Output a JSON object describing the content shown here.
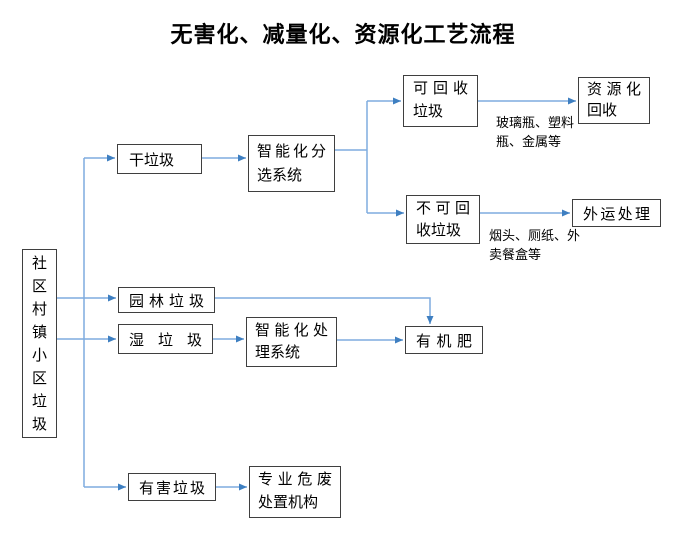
{
  "title": "无害化、减量化、资源化工艺流程",
  "diagram": {
    "nodes": {
      "source": {
        "label": "社区村镇小区垃圾",
        "orientation": "vertical"
      },
      "dry": {
        "label": "干垃圾"
      },
      "sorting": {
        "label": "智能化分选系统"
      },
      "recyclable": {
        "label": "可回收垃圾"
      },
      "resource": {
        "label": "资源化回收"
      },
      "nonrecyclable": {
        "label": "不可回收垃圾"
      },
      "outbound": {
        "label": "外运处理"
      },
      "garden": {
        "label": "园林垃圾"
      },
      "wet": {
        "label": "湿垃圾"
      },
      "processing": {
        "label": "智能化处理系统"
      },
      "organic": {
        "label": "有机肥"
      },
      "harmful": {
        "label": "有害垃圾"
      },
      "hazmat": {
        "label": "专业危废处置机构"
      }
    },
    "edge_labels": {
      "recyclable_examples": "玻璃瓶、塑料瓶、金属等",
      "nonrecyclable_examples": "烟头、厕纸、外卖餐盒等"
    },
    "edges": [
      {
        "from": "source",
        "to": "dry"
      },
      {
        "from": "source",
        "to": "garden"
      },
      {
        "from": "source",
        "to": "wet"
      },
      {
        "from": "source",
        "to": "harmful"
      },
      {
        "from": "dry",
        "to": "sorting"
      },
      {
        "from": "sorting",
        "to": "recyclable"
      },
      {
        "from": "sorting",
        "to": "nonrecyclable"
      },
      {
        "from": "recyclable",
        "to": "resource",
        "label": "玻璃瓶、塑料瓶、金属等"
      },
      {
        "from": "nonrecyclable",
        "to": "outbound",
        "label": "烟头、厕纸、外卖餐盒等"
      },
      {
        "from": "garden",
        "to": "organic"
      },
      {
        "from": "wet",
        "to": "processing"
      },
      {
        "from": "processing",
        "to": "organic"
      },
      {
        "from": "harmful",
        "to": "hazmat"
      }
    ],
    "colors": {
      "connector_line": "#7FACDF",
      "connector_arrow": "#3E7FC1",
      "box_border": "#3F3F3F",
      "background": "#FFFFFF"
    }
  }
}
